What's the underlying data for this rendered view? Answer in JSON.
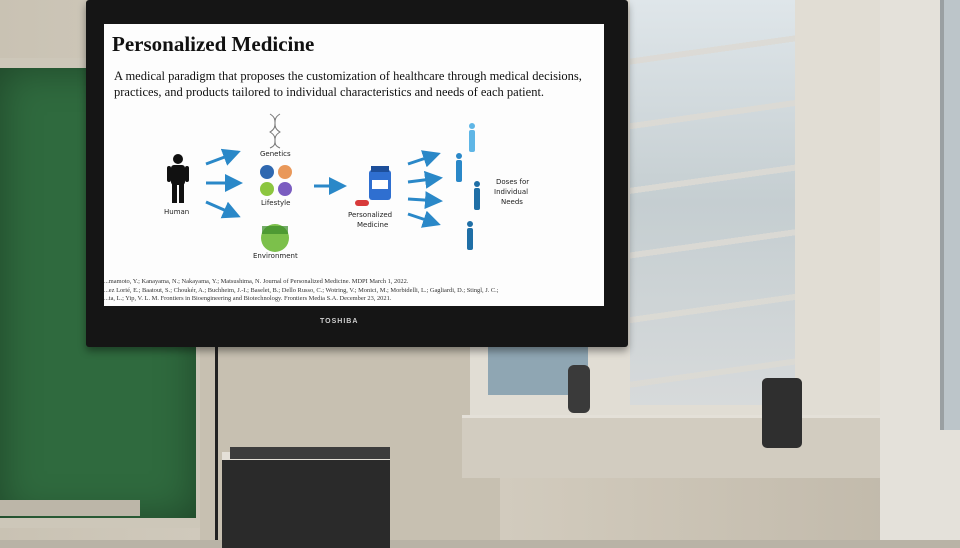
{
  "tv": {
    "brand": "TOSHIBA"
  },
  "slide": {
    "title": "Personalized Medicine",
    "definition": "A medical paradigm that proposes the customization of healthcare through medical decisions, practices, and products tailored to individual characteristics and needs of each patient.",
    "diagram": {
      "human": "Human",
      "genetics": "Genetics",
      "lifestyle": "Lifestyle",
      "environment": "Environment",
      "personalized_medicine_line1": "Personalized",
      "personalized_medicine_line2": "Medicine",
      "doses_line1": "Doses for",
      "doses_line2": "Individual",
      "doses_line3": "Needs"
    },
    "references": [
      "...mamoto, Y.; Kanayama, N.; Nakayama, Y.; Matsushima, N. Journal of Personalized Medicine. MDPI March 1, 2022.",
      "...ez Lorié, E.; Baatout, S.; Choukér, A.; Buchheim, J.-I.; Baselet, B.; Dello Russo, C.; Wotring, V.; Monici, M.; Morbidelli, L.; Gagliardi, D.; Stingl, J. C.;",
      "...ta, L.; Yip, V. L. M. Frontiers in Bioengineering and Biotechnology. Frontiers Media S.A. December 23, 2021."
    ]
  },
  "colors": {
    "arrow": "#2a88c8",
    "figure_light": "#5fb6e6",
    "figure_dark": "#1f6fa6",
    "human": "#111111"
  }
}
